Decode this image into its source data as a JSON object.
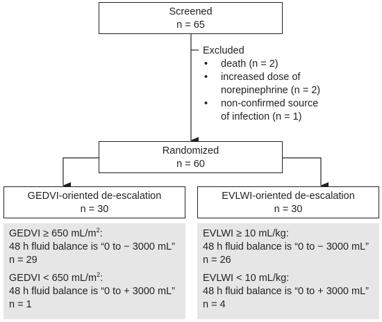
{
  "flow": {
    "screened": {
      "title": "Screened",
      "count": "n = 65"
    },
    "excluded": {
      "title": "Excluded",
      "items": [
        {
          "line1": "death (n = 2)",
          "line2": ""
        },
        {
          "line1": "increased dose of",
          "line2": "norepinephrine (n = 2)"
        },
        {
          "line1": "non-confirmed source",
          "line2": "of infection (n = 1)"
        }
      ],
      "bullet": "•"
    },
    "randomized": {
      "title": "Randomized",
      "count": "n = 60"
    },
    "gedvi_arm": {
      "title": "GEDVI-oriented de-escalation",
      "count": "n = 30",
      "groups": [
        {
          "criterion": "GEDVI ≥ 650 mL/m",
          "sup": "2",
          "suffix": ":",
          "balance": "48 h fluid balance is “0 to − 3000 mL”",
          "count": "n = 29"
        },
        {
          "criterion": "GEDVI < 650 mL/m",
          "sup": "2",
          "suffix": ":",
          "balance": "48 h fluid balance is “0 to + 3000 mL”",
          "count": "n = 1"
        }
      ]
    },
    "evlwi_arm": {
      "title": "EVLWI-oriented de-escalation",
      "count": "n = 30",
      "groups": [
        {
          "criterion": "EVLWI ≥ 10 mL/kg:",
          "balance": "48 h fluid balance is “0 to − 3000 mL”",
          "count": "n = 26"
        },
        {
          "criterion": "EVLWI < 10 mL/kg:",
          "balance": "48 h fluid balance is “0 to + 3000 mL”",
          "count": "n = 4"
        }
      ]
    }
  },
  "colors": {
    "line": "#231f20",
    "panel_fill": "#e6e6e6",
    "box_fill": "#ffffff"
  }
}
